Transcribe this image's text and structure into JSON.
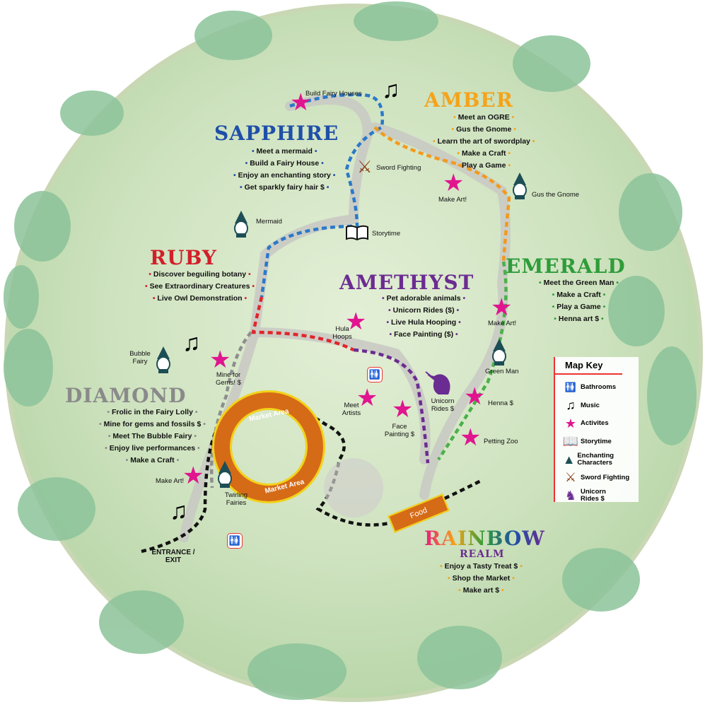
{
  "zones": {
    "sapphire": {
      "title": "SAPPHIRE",
      "color": "#1f4fa8",
      "items": [
        "Meet a mermaid",
        "Build a Fairy House",
        "Enjoy an enchanting story",
        "Get sparkly fairy hair $"
      ]
    },
    "amber": {
      "title": "AMBER",
      "color": "#f5a31a",
      "items": [
        "Meet an OGRE",
        "Gus the Gnome",
        "Learn the art of swordplay",
        "Make a Craft",
        "Play a Game"
      ]
    },
    "ruby": {
      "title": "RUBY",
      "color": "#d21f2b",
      "items": [
        "Discover beguiling botany",
        "See Extraordinary Creatures",
        "Live Owl Demonstration"
      ]
    },
    "amethyst": {
      "title": "AMETHYST",
      "color": "#6b2c91",
      "items": [
        "Pet adorable animals",
        "Unicorn Rides ($)",
        "Live Hula Hooping",
        "Face Painting ($)"
      ]
    },
    "emerald": {
      "title": "EMERALD",
      "color": "#2e9c3a",
      "items": [
        "Meet the Green Man",
        "Make a Craft",
        "Play a Game",
        "Henna art $"
      ]
    },
    "diamond": {
      "title": "DIAMOND",
      "color": "#8a8a8a",
      "items": [
        "Frolic in the Fairy Lolly",
        "Mine for gems and fossils $",
        "Meet The Bubble Fairy",
        "Enjoy live performances",
        "Make a Craft"
      ]
    },
    "rainbow": {
      "title": "RAINBOW",
      "subtitle": "REALM",
      "color": "#e6197f",
      "items": [
        "Enjoy a Tasty Treat $",
        "Shop the Market",
        "Make art $"
      ]
    }
  },
  "spots": {
    "build_fairy_houses": "Build Fairy Houses",
    "sword_fighting": "Sword Fighting",
    "make_art_amber": "Make Art!",
    "gus": "Gus the Gnome",
    "mermaid": "Mermaid",
    "storytime": "Storytime",
    "hula": "Hula Hoops",
    "bubble_fairy": "Bubble Fairy",
    "mine_gems": "Mine for Gems! $",
    "meet_artists": "Meet Artists",
    "face_painting": "Face Painting $",
    "unicorn_rides": "Unicorn Rides $",
    "green_man": "Green Man",
    "henna": "Henna $",
    "petting_zoo": "Petting Zoo",
    "make_art_emerald": "Make Art!",
    "make_art_diamond": "Make Art!",
    "twirling": "Twirling Fairies",
    "market_1": "Market Area",
    "market_2": "Market Area",
    "food": "Food",
    "entrance": "ENTRANCE / EXIT"
  },
  "map_key": {
    "title": "Map Key",
    "items": [
      {
        "label": "Bathrooms",
        "icon": "bathroom-icon"
      },
      {
        "label": "Music",
        "icon": "music-note-icon"
      },
      {
        "label": "Activites",
        "icon": "star-icon"
      },
      {
        "label": "Storytime",
        "icon": "book-icon"
      },
      {
        "label": "Enchanting Characters",
        "icon": "gnome-icon"
      },
      {
        "label": "Sword Fighting",
        "icon": "swords-icon"
      },
      {
        "label": "Unicorn Rides $",
        "icon": "unicorn-icon"
      }
    ]
  },
  "colors": {
    "star": "#e0158f",
    "market": "#d56b17",
    "ivy": "#7fb78a"
  }
}
